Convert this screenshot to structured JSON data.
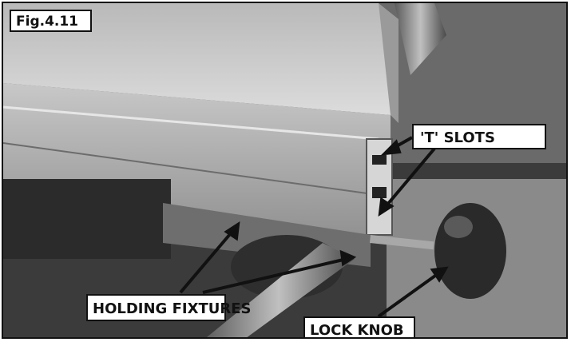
{
  "figure_label": "Fig.4.11",
  "callouts": {
    "t_slots": "'T' SLOTS",
    "holding_fixtures": "HOLDING FIXTURES",
    "lock_knob": "LOCK KNOB"
  },
  "colors": {
    "label_background": "#ffffff",
    "label_border": "#111111",
    "arrow": "#111111"
  }
}
